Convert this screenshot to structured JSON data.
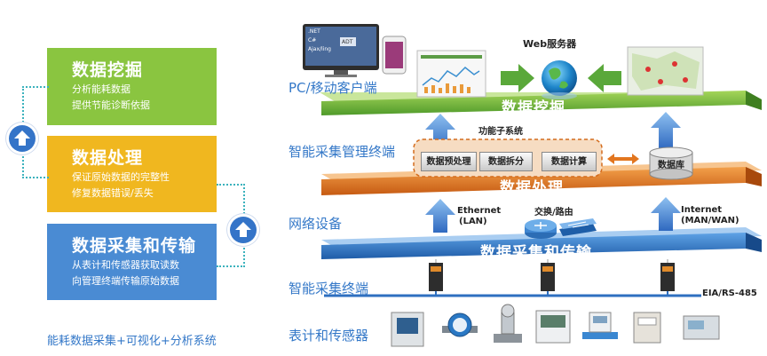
{
  "left_panel": {
    "cards": [
      {
        "title": "数据挖掘",
        "lines": [
          "分析能耗数据",
          "提供节能诊断依据"
        ],
        "color": "#8ac540"
      },
      {
        "title": "数据处理",
        "lines": [
          "保证原始数据的完整性",
          "修复数据错误/丢失"
        ],
        "color": "#f0b71f"
      },
      {
        "title": "数据采集和传输",
        "lines": [
          "从表计和传感器获取读数",
          "向管理终端传输原始数据"
        ],
        "color": "#4a8bd3"
      }
    ],
    "caption": "能耗数据采集+可视化+分析系统"
  },
  "layers": {
    "pc": "PC/移动客户端",
    "management": "智能采集管理终端",
    "network": "网络设备",
    "collector": "智能采集终端",
    "meters": "表计和传感器"
  },
  "bands": {
    "mining": "数据挖掘",
    "processing": "数据处理",
    "transmission": "数据采集和传输"
  },
  "web_server": "Web服务器",
  "function_subsystem": "功能子系统",
  "function_boxes": [
    "数据预处理",
    "数据拆分",
    "数据计算"
  ],
  "database": "数据库",
  "ethernet": [
    "Ethernet",
    "(LAN)"
  ],
  "switch_router": "交换/路由",
  "internet": [
    "Internet",
    "(MAN/WAN)"
  ],
  "bus": "EIA/RS-485",
  "monitor_labels": [
    ".NET",
    "C#",
    "Ajax/ling",
    "ADT"
  ],
  "colors": {
    "green": "#8ac540",
    "yellow": "#f0b71f",
    "blue": "#4a8bd3",
    "label": "#3478c8",
    "orange": "#e2761f",
    "arrow": "#3474c8"
  }
}
